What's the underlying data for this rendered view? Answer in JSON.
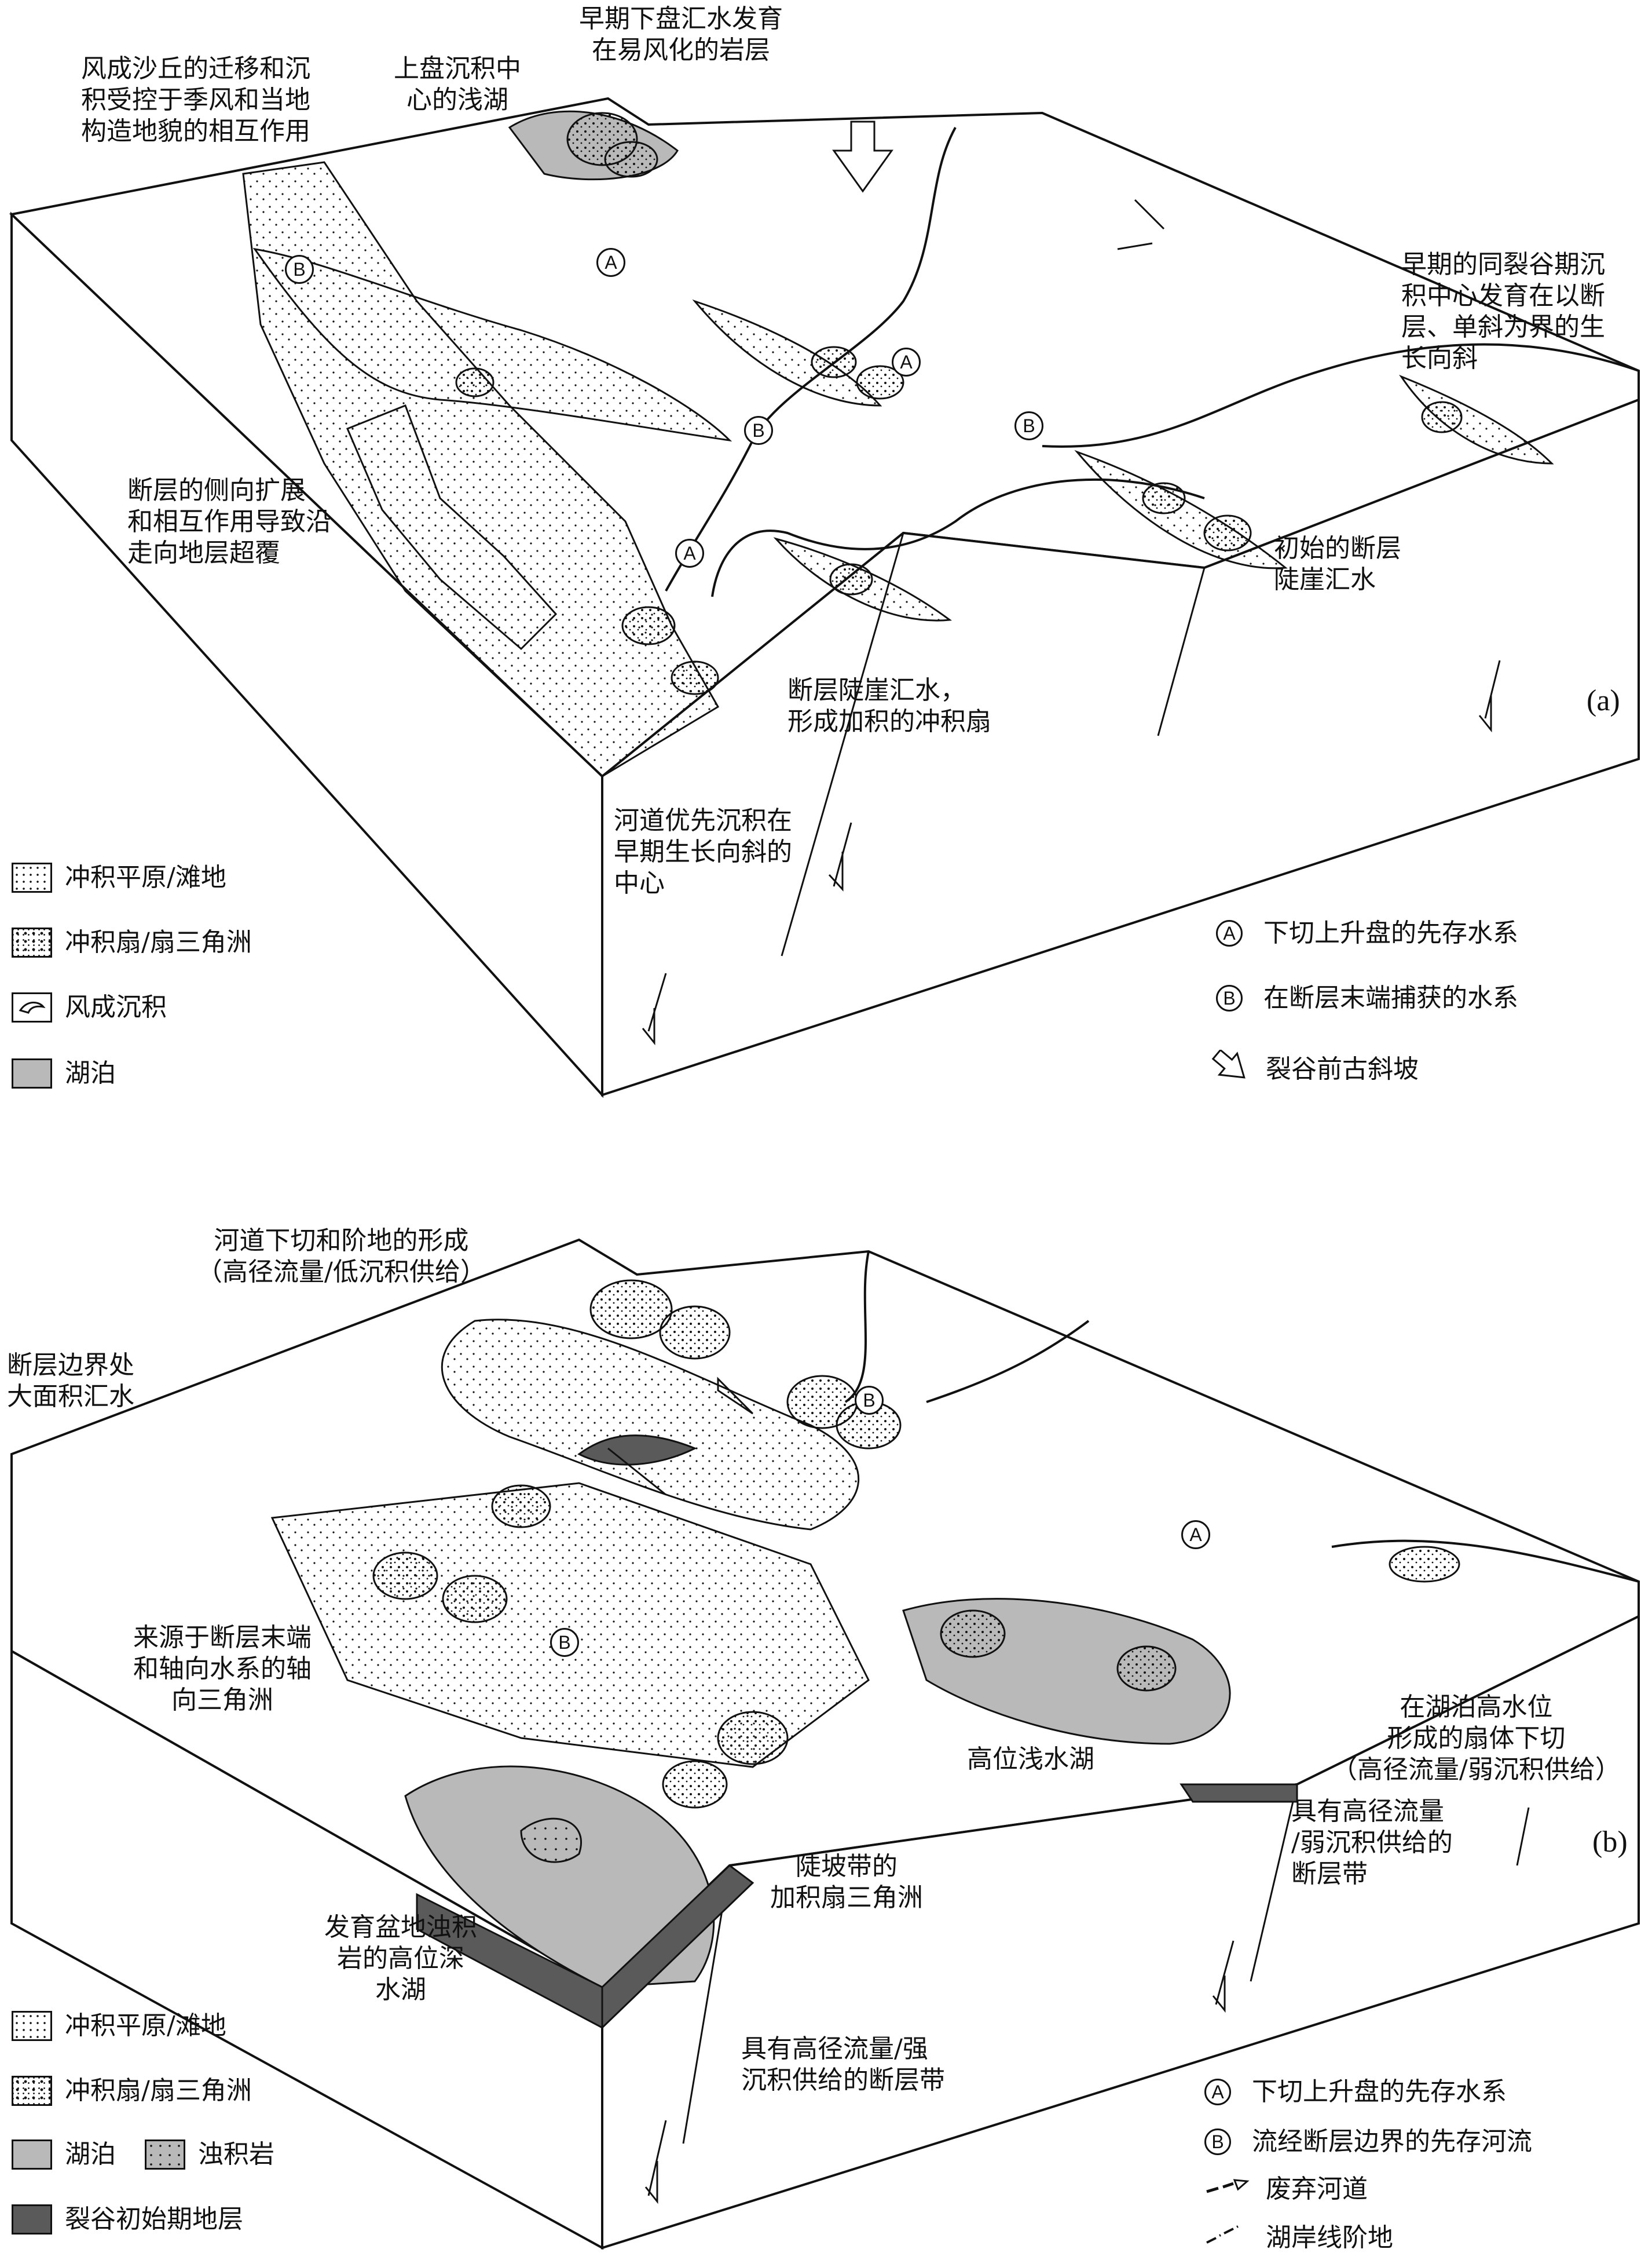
{
  "panel_a": {
    "tag": "(a)",
    "labels": {
      "aeolian": [
        "风成沙丘的迁移和沉",
        "积受控于季风和当地",
        "构造地貌的相互作用"
      ],
      "hanging_lake": [
        "上盘沉积中",
        "心的浅湖"
      ],
      "early_footwall": [
        "早期下盘汇水发育",
        "在易风化的岩层"
      ],
      "early_synrift": [
        "早期的同裂谷期沉",
        "积中心发育在以断",
        "层、单斜为界的生",
        "长向斜"
      ],
      "fault_lateral": [
        "断层的侧向扩展",
        "和相互作用导致沿",
        "走向地层超覆"
      ],
      "initial_scarp": [
        "初始的断层",
        "陡崖汇水"
      ],
      "scarp_fan": [
        "断层陡崖汇水，",
        "形成加积的冲积扇"
      ],
      "channel_center": [
        "河道优先沉积在",
        "早期生长向斜的",
        "中心"
      ]
    },
    "legend": [
      {
        "icon": "dots-sparse-swatch",
        "label": "冲积平原/滩地"
      },
      {
        "icon": "dots-dense-swatch",
        "label": "冲积扇/扇三角洲"
      },
      {
        "icon": "dune-swatch",
        "label": "风成沉积"
      },
      {
        "icon": "lake-swatch",
        "label": "湖泊"
      }
    ],
    "legend_right": [
      {
        "symbol": "A",
        "label": "下切上升盘的先存水系"
      },
      {
        "symbol": "B",
        "label": "在断层末端捕获的水系"
      },
      {
        "symbol": "arrow",
        "label": "裂谷前古斜坡"
      }
    ]
  },
  "panel_b": {
    "tag": "(b)",
    "labels": {
      "incision": [
        "河道下切和阶地的形成",
        "（高径流量/低沉积供给）"
      ],
      "boundary_catch": [
        "断层边界处",
        "大面积汇水"
      ],
      "axial_delta": [
        "来源于断层末端",
        "和轴向水系的轴",
        "向三角洲"
      ],
      "highstand_cut": [
        "在湖泊高水位",
        "形成的扇体下切",
        "（高径流量/弱沉积供给）"
      ],
      "shallow_lake": [
        "高位浅水湖"
      ],
      "high_runoff_zone": [
        "具有高径流量",
        "/弱沉积供给的",
        "断层带"
      ],
      "slope_fan": [
        "陡坡带的",
        "加积扇三角洲"
      ],
      "deep_lake": [
        "发育盆地浊积",
        "岩的高位深",
        "水湖"
      ],
      "strong_supply_zone": [
        "具有高径流量/强",
        "沉积供给的断层带"
      ]
    },
    "legend": [
      {
        "icon": "dots-sparse-swatch",
        "label": "冲积平原/滩地"
      },
      {
        "icon": "dots-dense-swatch",
        "label": "冲积扇/扇三角洲"
      },
      {
        "icon": "lake-swatch",
        "label": "湖泊"
      },
      {
        "icon": "turbidite-swatch",
        "label": "浊积岩"
      },
      {
        "icon": "prerift-swatch",
        "label": "裂谷初始期地层"
      }
    ],
    "legend_right": [
      {
        "symbol": "A",
        "label": "下切上升盘的先存水系"
      },
      {
        "symbol": "B",
        "label": "流经断层边界的先存河流"
      },
      {
        "symbol": "abandoned",
        "label": "废弃河道"
      },
      {
        "symbol": "terrace",
        "label": "湖岸线阶地"
      }
    ]
  },
  "colors": {
    "lake": "#b9b9b9",
    "prerift": "#5a5a5a",
    "ink": "#111111"
  }
}
